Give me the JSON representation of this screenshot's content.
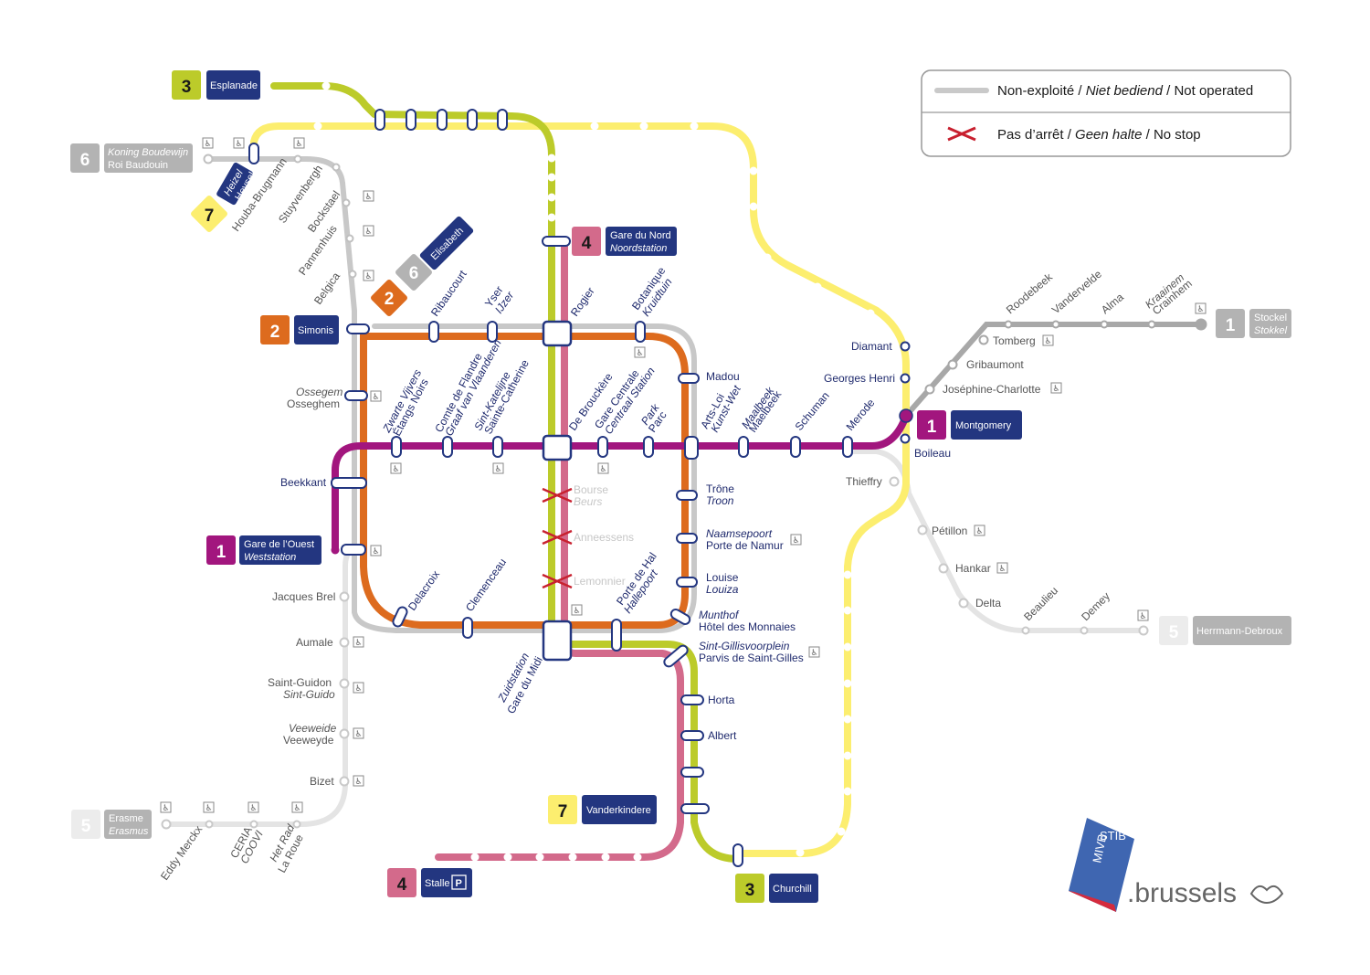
{
  "legend": {
    "not_operated": [
      "Non-exploité / ",
      "Niet bediend",
      " / Not operated"
    ],
    "no_stop": [
      "Pas d’arrêt / ",
      "Geen halte",
      " / No stop"
    ]
  },
  "colors": {
    "line1": "#a2167e",
    "line2": "#dd6b1e",
    "line3": "#bccb2a",
    "line4": "#d36a8b",
    "line5": "#e3e3e3",
    "line6": "#c0c0c0",
    "line7": "#fcee6f",
    "navy": "#233680",
    "stib_blue": "#3f66b1",
    "stib_red": "#d52b3d"
  },
  "terminals": {
    "esplanade": {
      "line": "3",
      "name": "Esplanade"
    },
    "koning": {
      "line": "6",
      "name1": "Koning Boudewijn",
      "name2": "Roi Baudouin"
    },
    "heysel": {
      "line": "7",
      "name1": "Heizel",
      "name2": "Heysel"
    },
    "elisabeth": {
      "lines": [
        "2",
        "6"
      ],
      "name": "Elisabeth"
    },
    "gare_du_nord": {
      "line": "4",
      "name1": "Gare du Nord",
      "name2": "Noordstation"
    },
    "simonis": {
      "line": "2",
      "name": "Simonis"
    },
    "stockel": {
      "line": "1",
      "name1": "Stockel",
      "name2": "Stokkel"
    },
    "montgomery": {
      "line": "1",
      "name": "Montgomery"
    },
    "gare_ouest": {
      "line": "1",
      "name1": "Gare de l’Ouest",
      "name2": "Weststation"
    },
    "herrmann": {
      "line": "5",
      "name": "Herrmann-Debroux"
    },
    "erasme": {
      "line": "5",
      "name1": "Erasme",
      "name2": "Erasmus"
    },
    "vanderkindere": {
      "line": "7",
      "name": "Vanderkindere"
    },
    "stalle": {
      "line": "4",
      "name": "Stalle",
      "parking": "P"
    },
    "churchill": {
      "line": "3",
      "name": "Churchill"
    }
  },
  "stations": {
    "houba": "Houba-Brugmann",
    "stuyvenbergh": "Stuyvenbergh",
    "bockstael": "Bockstael",
    "pannenhuis": "Pannenhuis",
    "belgica": "Belgica",
    "ribaucourt": "Ribaucourt",
    "yser": "Yser",
    "ijzer": "IJzer",
    "rogier": "Rogier",
    "botanique": "Botanique",
    "kruidtuin": "Kruidtuin",
    "ossegem": "Ossegem",
    "osseghem": "Osseghem",
    "zwarte": "Zwarte Vijvers",
    "etangs": "Étangs Noirs",
    "comte": "Comte de Flandre",
    "graaf": "Graaf van Vlaanderen",
    "sintkat": "Sint-Katelijne",
    "saintecat": "Sainte-Catherine",
    "debrouckere": "De Brouckère",
    "garecentrale": "Gare Centrale",
    "centraal": "Centraal Station",
    "park": "Park",
    "parc": "Parc",
    "artsloi": "Arts-Loi",
    "kunstwet": "Kunst-Wet",
    "maalbeek": "Maalbeek",
    "maelbeek": "Maelbeek",
    "schuman": "Schuman",
    "merode": "Merode",
    "madou": "Madou",
    "diamant": "Diamant",
    "georges_henri": "Georges Henri",
    "boileau": "Boileau",
    "thieffry": "Thieffry",
    "petillon": "Pétillon",
    "hankar": "Hankar",
    "delta": "Delta",
    "beaulieu": "Beaulieu",
    "demey": "Demey",
    "roodebeek": "Roodebeek",
    "vandervelde": "Vandervelde",
    "alma": "Alma",
    "kraainem": "Kraainem",
    "crainhem": "Crainhem",
    "tomberg": "Tomberg",
    "gribaumont": "Gribaumont",
    "josephine": "Joséphine-Charlotte",
    "beekkant": "Beekkant",
    "trone": "Trône",
    "troon": "Troon",
    "naamsepoort": "Naamsepoort",
    "portenamur": "Porte de Namur",
    "louise": "Louise",
    "louiza": "Louiza",
    "munthof": "Munthof",
    "monnaies": "Hôtel des Monnaies",
    "sgv": "Sint-Gillisvoorplein",
    "psg": "Parvis de Saint-Gilles",
    "horta": "Horta",
    "albert": "Albert",
    "bourse": "Bourse",
    "beurs": "Beurs",
    "anneessens": "Anneessens",
    "lemonnier": "Lemonnier",
    "delacroix": "Delacroix",
    "clemenceau": "Clemenceau",
    "zuidstation": "Zuidstation",
    "garedumidi": "Gare du Midi",
    "portedehal": "Porte de Hal",
    "hallepoort": "Hallepoort",
    "jacques_brel": "Jacques Brel",
    "aumale": "Aumale",
    "saint_guidon": "Saint-Guidon",
    "sint_guido": "Sint-Guido",
    "veeweide": "Veeweide",
    "veeweyde": "Veeweyde",
    "bizet": "Bizet",
    "eddy": "Eddy Merckx",
    "ceria": "CERIA",
    "coovi": "COOVI",
    "hetrad": "Het Rad",
    "laroue": "La Roue"
  },
  "logo": {
    "mivb": "MIVB",
    "stib": "STIB",
    "brussels": ".brussels"
  }
}
